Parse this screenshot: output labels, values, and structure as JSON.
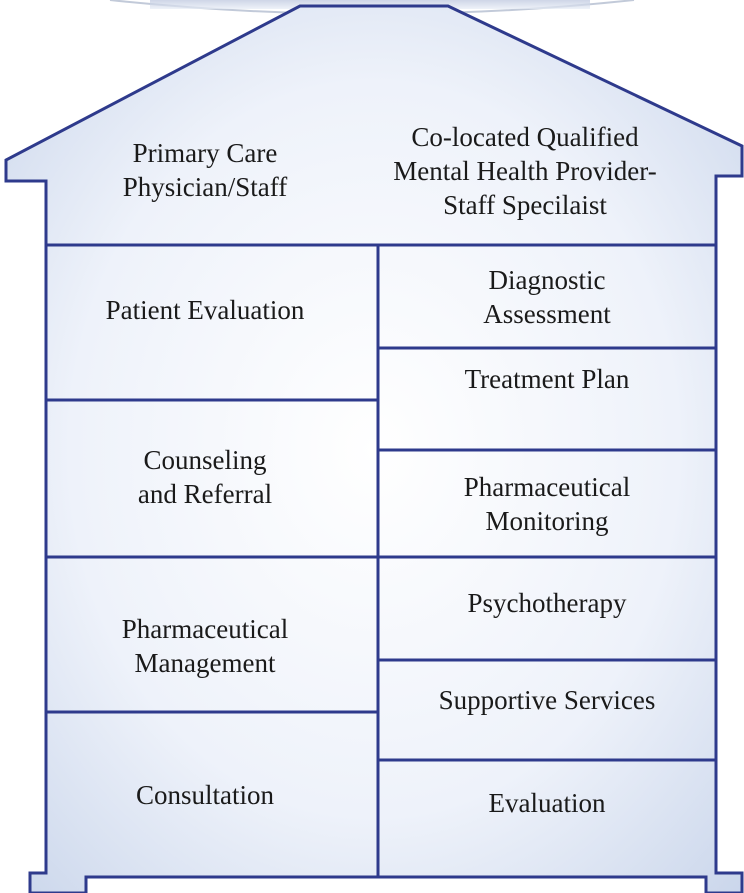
{
  "header": {
    "left": "Primary Care\nPhysician/Staff",
    "right": "Co-located Qualified\nMental Health Provider-\nStaff Specilaist"
  },
  "left_column": [
    {
      "label": "Patient Evaluation"
    },
    {
      "label": "Counseling\nand Referral"
    },
    {
      "label": "Pharmaceutical\nManagement"
    },
    {
      "label": "Consultation"
    }
  ],
  "right_column": [
    {
      "label": "Diagnostic\nAssessment"
    },
    {
      "label": "Treatment Plan"
    },
    {
      "label": "Pharmaceutical\nMonitoring"
    },
    {
      "label": "Psychotherapy"
    },
    {
      "label": "Supportive Services"
    },
    {
      "label": "Evaluation"
    }
  ],
  "colors": {
    "outline": "#2e3a8c",
    "fill_light": "#ffffff",
    "fill_dark": "#c5d2e9",
    "text": "#1a1a1a"
  }
}
